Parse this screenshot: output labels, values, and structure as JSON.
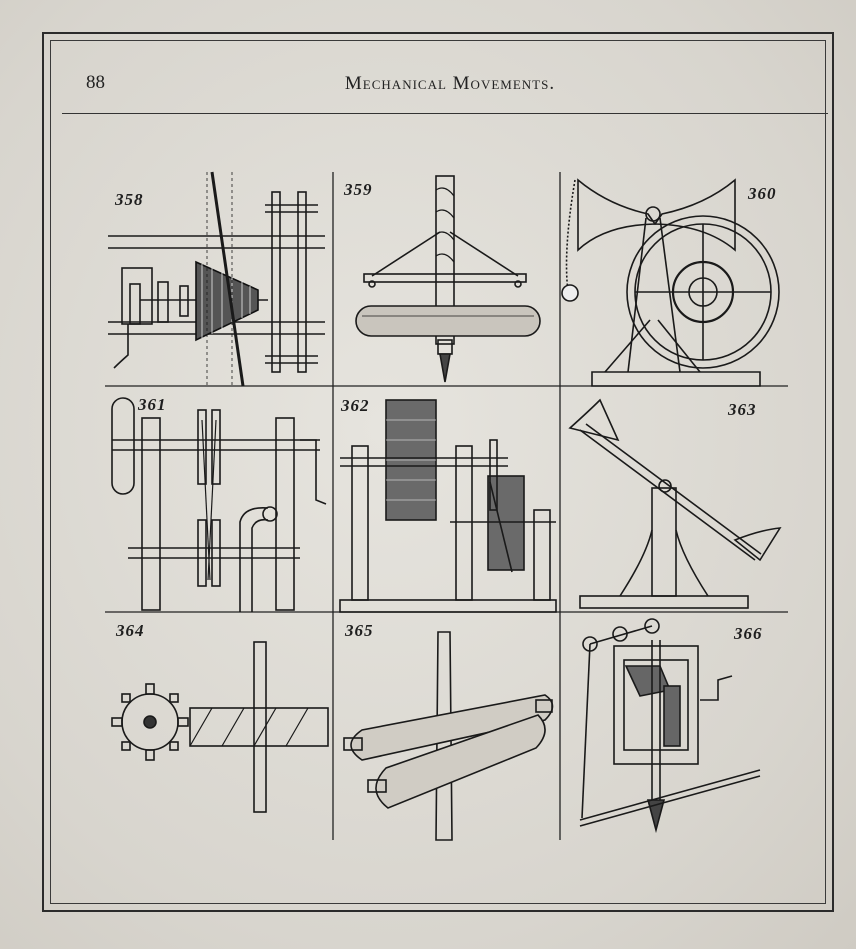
{
  "page": {
    "number": "88",
    "running_head": "Mechanical Movements."
  },
  "figures": [
    {
      "label": "358",
      "name": "cone-pulley-belt-shifter"
    },
    {
      "label": "359",
      "name": "bow-drill-spiral-spindle"
    },
    {
      "label": "360",
      "name": "treadle-wheel-circular-saw"
    },
    {
      "label": "361",
      "name": "belt-and-pulley-countershaft"
    },
    {
      "label": "362",
      "name": "drum-and-gear-frame"
    },
    {
      "label": "363",
      "name": "rocking-treadle-lever"
    },
    {
      "label": "364",
      "name": "pin-wheel-and-worm"
    },
    {
      "label": "365",
      "name": "crossed-rollers"
    },
    {
      "label": "366",
      "name": "drill-press-with-bevel-gear"
    }
  ]
}
